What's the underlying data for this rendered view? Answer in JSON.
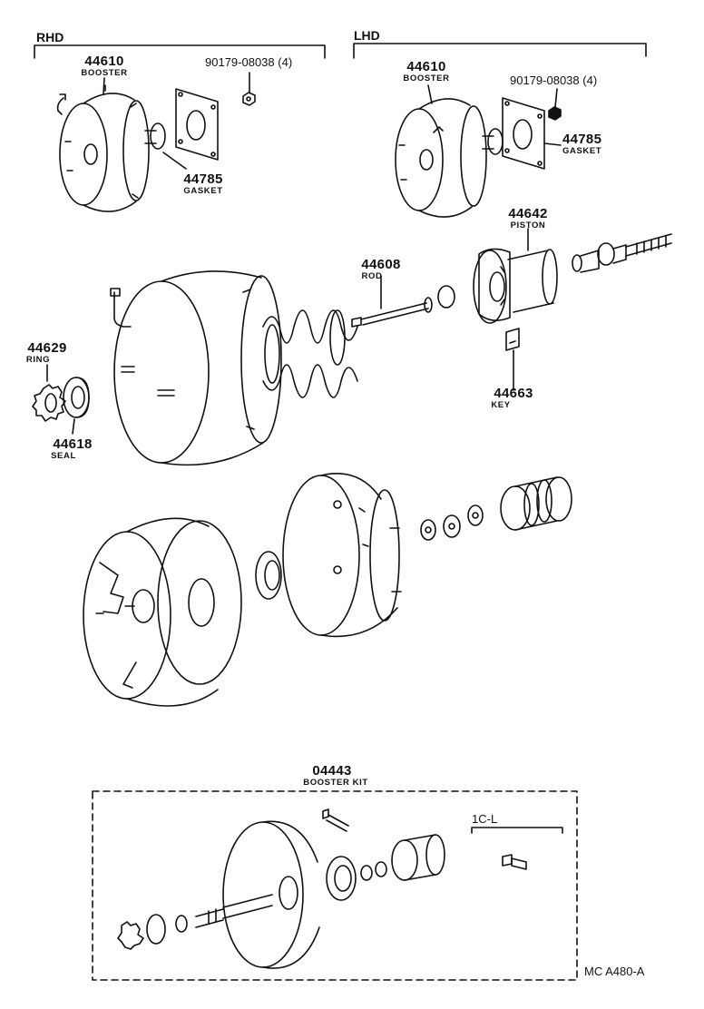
{
  "rhd": {
    "header": "RHD",
    "booster": {
      "part": "44610",
      "name": "BOOSTER"
    },
    "nut": {
      "part": "90179-08038",
      "qty": "(4)"
    },
    "gasket": {
      "part": "44785",
      "name": "GASKET"
    }
  },
  "lhd": {
    "header": "LHD",
    "booster": {
      "part": "44610",
      "name": "BOOSTER"
    },
    "nut": {
      "part": "90179-08038",
      "qty": "(4)"
    },
    "gasket": {
      "part": "44785",
      "name": "GASKET"
    }
  },
  "parts": {
    "rod": {
      "part": "44608",
      "name": "ROD"
    },
    "piston": {
      "part": "44642",
      "name": "PISTON"
    },
    "key": {
      "part": "44663",
      "name": "KEY"
    },
    "ring": {
      "part": "44629",
      "name": "RING"
    },
    "seal": {
      "part": "44618",
      "name": "SEAL"
    }
  },
  "kit": {
    "part": "04443",
    "name": "BOOSTER KIT",
    "variant": "1C-L"
  },
  "footer": {
    "code": "MC A480-A"
  }
}
